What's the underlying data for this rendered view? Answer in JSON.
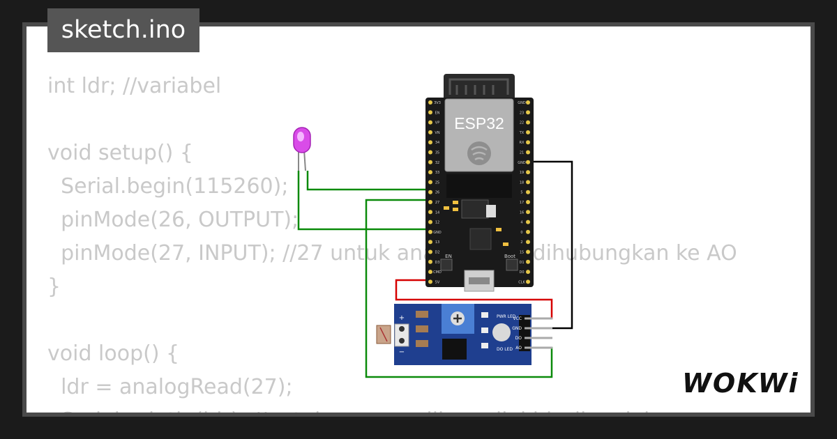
{
  "file_tab": {
    "label": "sketch.ino"
  },
  "code_lines": [
    "int ldr; //variabel",
    "",
    "void setup() {",
    "  Serial.begin(115260);",
    "  pinMode(26, OUTPUT);",
    "  pinMode(27, INPUT); //27 untuk analog yang dihubungkan ke AO",
    "}",
    "",
    "void loop() {",
    "  ldr = analogRead(27);",
    "  Serial.println(ldr); //untuk menampilkan nilai ldr di serial"
  ],
  "board": {
    "chip_label": "ESP32",
    "left_pins": [
      "3V3",
      "EN",
      "VP",
      "VN",
      "34",
      "35",
      "32",
      "33",
      "25",
      "26",
      "27",
      "14",
      "12",
      "GND",
      "13",
      "D2",
      "D3",
      "CMD",
      "5V"
    ],
    "right_pins": [
      "GND",
      "23",
      "22",
      "TX",
      "RX",
      "21",
      "GND",
      "19",
      "18",
      "5",
      "17",
      "16",
      "4",
      "0",
      "2",
      "15",
      "D1",
      "D0",
      "CLK"
    ],
    "btn_left": "EN",
    "btn_right": "Boot"
  },
  "ldr_module": {
    "labels": [
      "PWR LED",
      "DO LED"
    ],
    "pins": [
      "VCC",
      "GND",
      "DO",
      "AO"
    ],
    "plus": "+",
    "minus": "−"
  },
  "brand": {
    "text": "WOKWi"
  },
  "colors": {
    "background": "#1b1b1b",
    "canvas": "#ffffff",
    "code_text": "#c9c9c9",
    "board": "#1a1a1a",
    "module": "#1f3f8f",
    "led": "#d94ce8",
    "wire_green": "#0a8a0a",
    "wire_red": "#d60000",
    "wire_black": "#000000"
  }
}
